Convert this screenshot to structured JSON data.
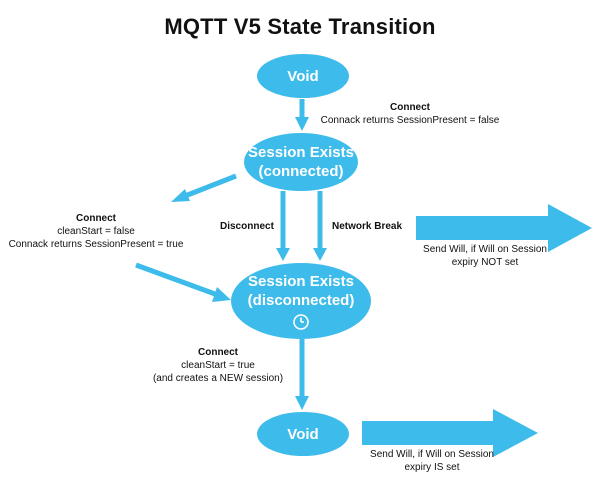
{
  "title": "MQTT V5 State Transition",
  "colors": {
    "node_fill": "#3dbbea",
    "arrow": "#3dbbea",
    "text": "#111111"
  },
  "nodes": {
    "void_top": {
      "label": "Void"
    },
    "session_connected": {
      "line1": "Session Exists",
      "line2": "(connected)"
    },
    "session_disconnected": {
      "line1": "Session Exists",
      "line2": "(disconnected)",
      "icon": "clock-icon"
    },
    "void_bottom": {
      "label": "Void"
    }
  },
  "edges": {
    "connect_top": {
      "head": "Connect",
      "detail": "Connack returns SessionPresent = false"
    },
    "connect_left": {
      "head": "Connect",
      "detail1": "cleanStart = false",
      "detail2": "Connack returns SessionPresent = true"
    },
    "disconnect": {
      "label": "Disconnect"
    },
    "network_break": {
      "label": "Network Break"
    },
    "connect_bottom": {
      "head": "Connect",
      "detail1": "cleanStart = true",
      "detail2": "(and creates a NEW session)"
    }
  },
  "will_notes": {
    "not_set": {
      "line1": "Send Will, if Will on Session",
      "line2": "expiry NOT set"
    },
    "is_set": {
      "line1": "Send Will, if Will on Session",
      "line2": "expiry IS set"
    }
  }
}
